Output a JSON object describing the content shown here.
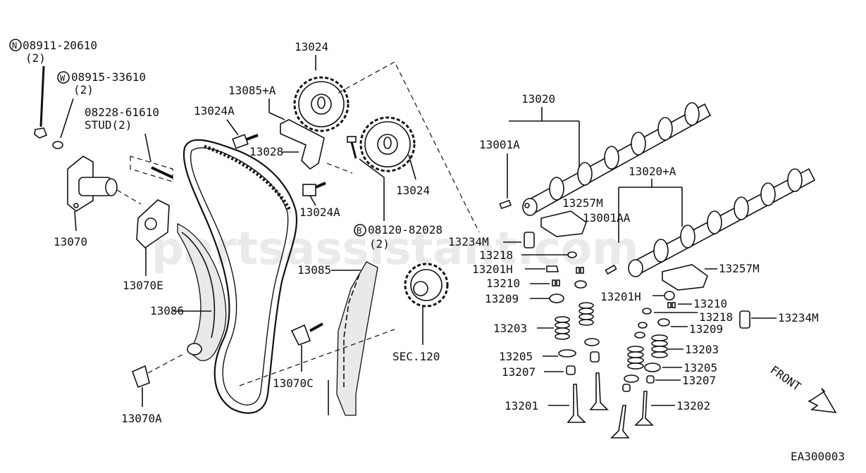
{
  "diagram": {
    "watermark": "partsassistant.com",
    "footer_code": "EA300003",
    "front_label": "FRONT",
    "labels": {
      "p08911": "08911-20610",
      "p08911_qty": "(2)",
      "p08915": "08915-33610",
      "p08915_qty": "(2)",
      "p08228": "08228-61610",
      "stud": "STUD(2)",
      "p13024a_top": "13024A",
      "p13024_top": "13024",
      "p13085a": "13085+A",
      "p13028": "13028",
      "p13024_mid": "13024",
      "p13024a_mid": "13024A",
      "p08120": "08120-82028",
      "p08120_qty": "(2)",
      "p13070": "13070",
      "p13070e": "13070E",
      "p13086": "13086",
      "p13085": "13085",
      "p13070c": "13070C",
      "p13070a": "13070A",
      "sec120": "SEC.120",
      "p13020": "13020",
      "p13001a": "13001A",
      "p13257m_l": "13257M",
      "p13001aa": "13001AA",
      "p13020a": "13020+A",
      "p13234m_l": "13234M",
      "p13218_l": "13218",
      "p13201h_l": "13201H",
      "p13210_l": "13210",
      "p13209_l": "13209",
      "p13203_l": "13203",
      "p13205_l": "13205",
      "p13207_l": "13207",
      "p13201": "13201",
      "p13257m_r": "13257M",
      "p13201h_r": "13201H",
      "p13210_r": "13210",
      "p13218_r": "13218",
      "p13234m_r": "13234M",
      "p13209_r": "13209",
      "p13203_r": "13203",
      "p13205_r": "13205",
      "p13207_r": "13207",
      "p13202": "13202"
    },
    "circle_markers": {
      "n": "N",
      "w": "W",
      "b": "B"
    }
  }
}
